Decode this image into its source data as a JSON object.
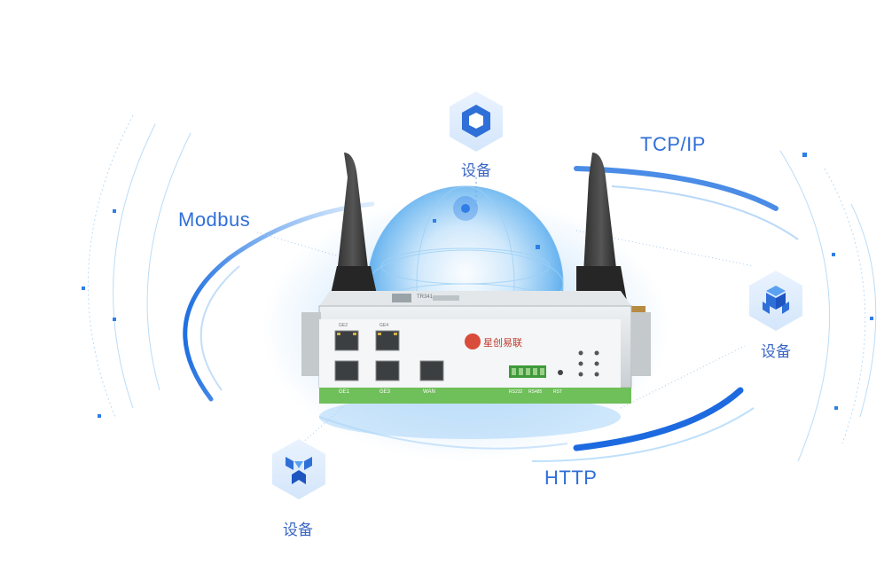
{
  "labels": {
    "modbus": "Modbus",
    "tcpip": "TCP/IP",
    "http": "HTTP",
    "device_top": "设备",
    "device_right": "设备",
    "device_bottom": "设备"
  },
  "router": {
    "brand": "星创易联",
    "model": "TR341",
    "ports": [
      "GE1",
      "GE2",
      "GE3",
      "GE4",
      "WAN",
      "RS232",
      "RS485",
      "RST"
    ]
  },
  "icons": {
    "top": "cube-device-icon",
    "right": "cubes-cluster-icon",
    "bottom": "cubes-network-icon"
  },
  "colors": {
    "accent": "#2f6fd8",
    "globe": "#8ec9f5",
    "panel_green": "#6fbf5a",
    "router_body": "#d8dde0"
  }
}
